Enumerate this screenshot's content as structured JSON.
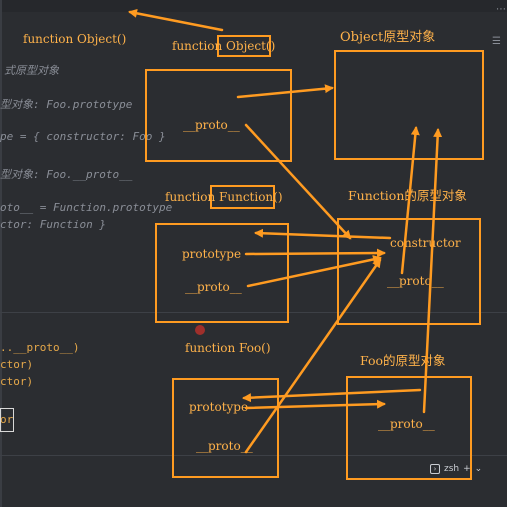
{
  "code": {
    "lines": [
      "式原型对象",
      "型对象: Foo.prototype",
      "pe = { constructor: Foo }",
      "型对象: Foo.__proto__",
      "oto__ = Function.prototype",
      "ctor: Function }",
      "..__proto__)",
      "ctor)",
      "ctor)",
      "or"
    ]
  },
  "diagram": {
    "object_fn_label": "function Object()",
    "object_fn_label2": "function Object()",
    "object_proto_title": "Object原型对象",
    "function_fn_label": "function Function()",
    "function_proto_title": "Function的原型对象",
    "foo_fn_label": "function Foo()",
    "foo_proto_title": "Foo的原型对象",
    "proto_label": "__proto__",
    "prototype_label": "prototype",
    "constructor_label": "constructor",
    "accent_color": "#ff9b21"
  },
  "terminal": {
    "label": "zsh",
    "plus": "+",
    "chev": "⌄"
  }
}
